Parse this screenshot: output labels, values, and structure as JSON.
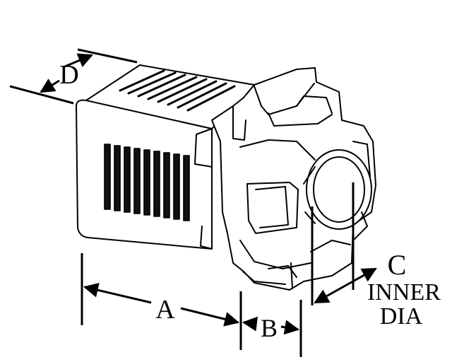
{
  "diagram": {
    "labels": {
      "a": "A",
      "b": "B",
      "c": "C",
      "c_line1": "INNER",
      "c_line2": "DIA",
      "d": "D"
    },
    "colors": {
      "ink": "#000000",
      "background": "#ffffff"
    }
  }
}
